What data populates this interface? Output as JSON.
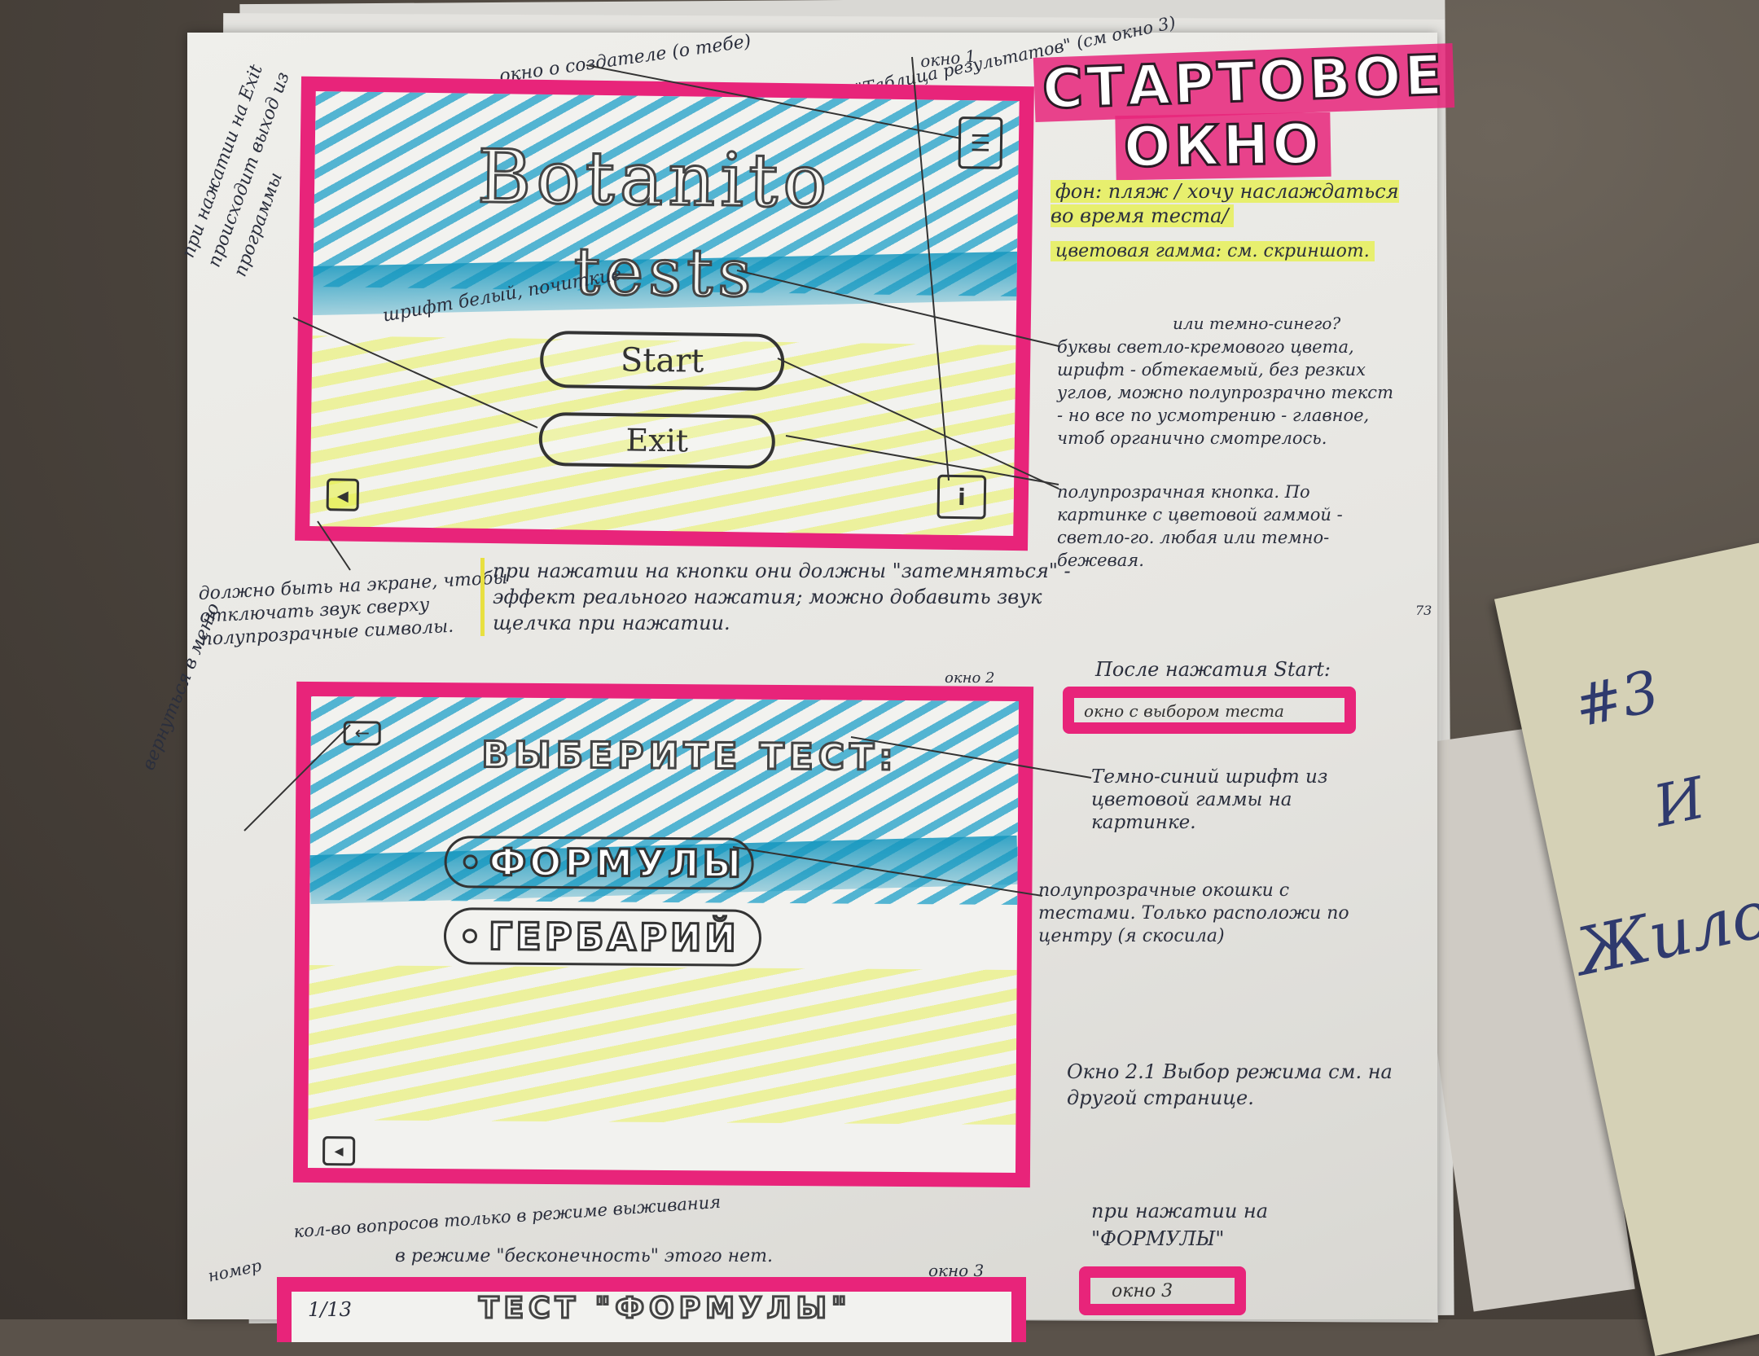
{
  "sheet": {
    "main_heading": [
      "СТАРТОВОЕ",
      "ОКНО"
    ],
    "top_notes": [
      "окно о создателе (о тебе)",
      "можно \"Таблица результатов\" (см окно 3)"
    ],
    "window1": {
      "title_line1": "Botanito",
      "title_line2": "tests",
      "start_label": "Start",
      "exit_label": "Exit",
      "label": "окно 1"
    },
    "left_notes": {
      "exit_note": "при нажатии на Exit происходит выход из программы",
      "font_note": "шрифт белый, почиткие",
      "sound_note": "должно быть на экране, чтобы отключать звук сверху полупрозрачные символы.",
      "return_note": "вернуться в меню"
    },
    "right_notes": {
      "bg_note": "фон: пляж / хочу наслаждаться во время теста/",
      "palette_note": "цветовая гамма: см. скриншот.",
      "letters_note": "буквы светло-кремового цвета, шрифт - обтекаемый, без резких углов, можно полупрозрачно текст - но все по усмотрению - главное, чтоб органично смотрелось.",
      "alt_color": "или темно-синего?",
      "button_note": "полупрозрачная кнопка. По картинке с цветовой гаммой - светло-го. любая или темно-бежевая."
    },
    "press_note": "при нажатии на кнопки они должны \"затемняться\" - эффект реального нажатия; можно добавить звук щелчка при нажатии.",
    "page_number": "73",
    "after_start": {
      "heading": "После нажатия Start:",
      "box_label": "окно с выбором теста"
    },
    "window2": {
      "label": "окно 2",
      "title": "ВЫБЕРИТЕ ТЕСТ:",
      "choice1": "ФОРМУЛЫ",
      "choice2": "ГЕРБАРИЙ",
      "font_note": "Темно-синий шрифт из цветовой гаммы на картинке.",
      "windows_note": "полупрозрачные окошки с тестами. Только расположи по центру (я скосила)",
      "mode_note": "Окно 2.1 Выбор режима см. на другой странице."
    },
    "bottom": {
      "press_formulas": "при нажатии на \"ФОРМУЛЫ\"",
      "window3_box": "окно 3",
      "window3_label": "окно 3",
      "count_note": "кол-во вопросов только в режиме выживания",
      "endless_note": "в режиме \"бесконечность\" этого нет.",
      "counter": "1/13",
      "test_title": "ТЕСТ \"ФОРМУЛЫ\"",
      "left_label": "номер"
    },
    "side_sheet": [
      "#3",
      "И",
      "Жило"
    ]
  }
}
